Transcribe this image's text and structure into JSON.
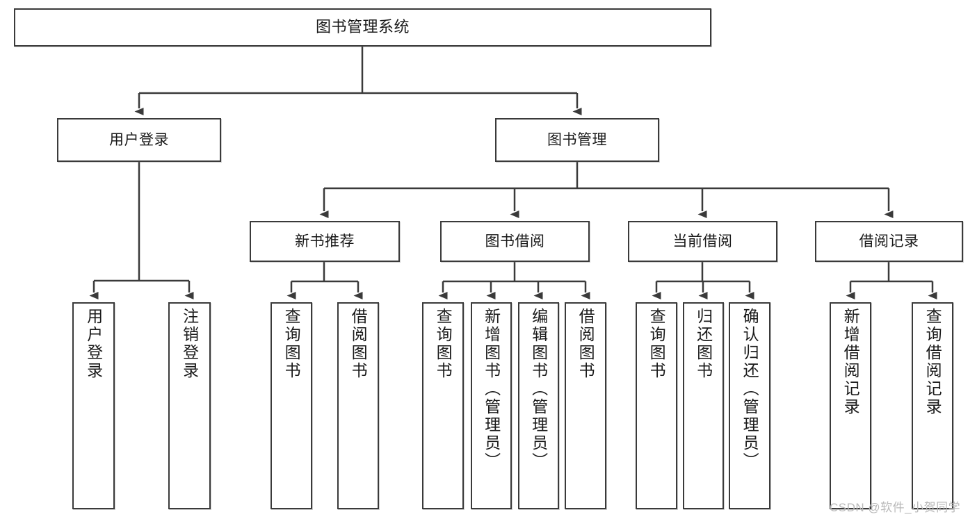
{
  "diagram": {
    "title": "图书管理系统",
    "type": "tree-hierarchy-diagram",
    "nodes": {
      "root": {
        "label": "图书管理系统"
      },
      "level1": [
        {
          "id": "user-login",
          "label": "用户登录"
        },
        {
          "id": "book-management",
          "label": "图书管理"
        }
      ],
      "level2": [
        {
          "id": "new-book-recommend",
          "label": "新书推荐"
        },
        {
          "id": "book-borrow",
          "label": "图书借阅"
        },
        {
          "id": "current-borrow",
          "label": "当前借阅"
        },
        {
          "id": "borrow-record",
          "label": "借阅记录"
        }
      ],
      "leaves": [
        {
          "id": "leaf-user-login",
          "label": "用户登录",
          "parent": "user-login"
        },
        {
          "id": "leaf-logout",
          "label": "注销登录",
          "parent": "user-login"
        },
        {
          "id": "leaf-query-book-1",
          "label": "查询图书",
          "parent": "new-book-recommend"
        },
        {
          "id": "leaf-borrow-book-1",
          "label": "借阅图书",
          "parent": "new-book-recommend"
        },
        {
          "id": "leaf-query-book-2",
          "label": "查询图书",
          "parent": "book-borrow"
        },
        {
          "id": "leaf-add-book",
          "label": "新增图书（管理员）",
          "parent": "book-borrow"
        },
        {
          "id": "leaf-edit-book",
          "label": "编辑图书（管理员）",
          "parent": "book-borrow"
        },
        {
          "id": "leaf-borrow-book-2",
          "label": "借阅图书",
          "parent": "book-borrow"
        },
        {
          "id": "leaf-query-book-3",
          "label": "查询图书",
          "parent": "current-borrow"
        },
        {
          "id": "leaf-return-book",
          "label": "归还图书",
          "parent": "current-borrow"
        },
        {
          "id": "leaf-confirm-return",
          "label": "确认归还（管理员）",
          "parent": "current-borrow"
        },
        {
          "id": "leaf-add-record",
          "label": "新增借阅记录",
          "parent": "borrow-record"
        },
        {
          "id": "leaf-query-record",
          "label": "查询借阅记录",
          "parent": "borrow-record"
        }
      ]
    },
    "colors": {
      "border": "#3a3a3a",
      "background": "#ffffff",
      "text": "#1a1a1a",
      "watermark": "#b9b9b9"
    }
  },
  "watermark": {
    "text": "CSDN @软件_小贺同学"
  }
}
